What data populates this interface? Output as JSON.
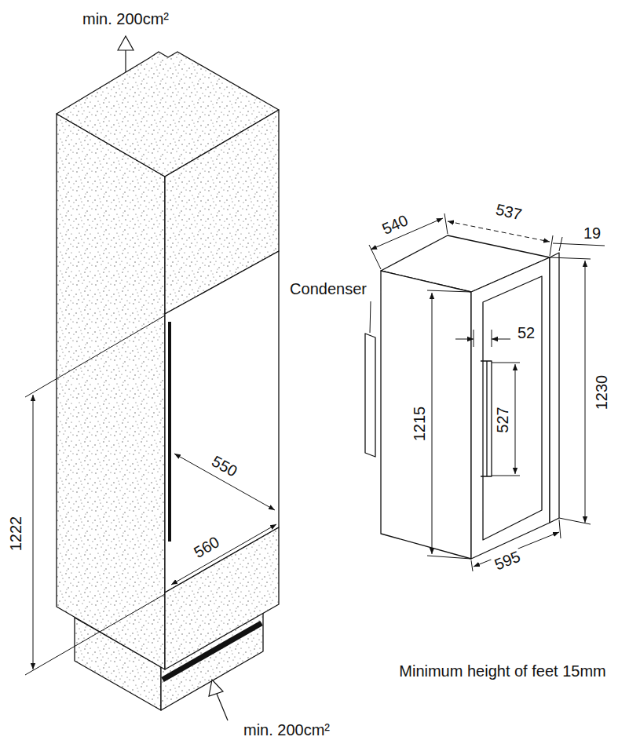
{
  "diagram": {
    "labels": [
      "min. 200cm²",
      "1222",
      "550",
      "560",
      "Condenser",
      "540",
      "537",
      "19",
      "52",
      "527",
      "1215",
      "1230",
      "595",
      "Minimum height of feet 15mm",
      "min. 200cm²"
    ]
  }
}
